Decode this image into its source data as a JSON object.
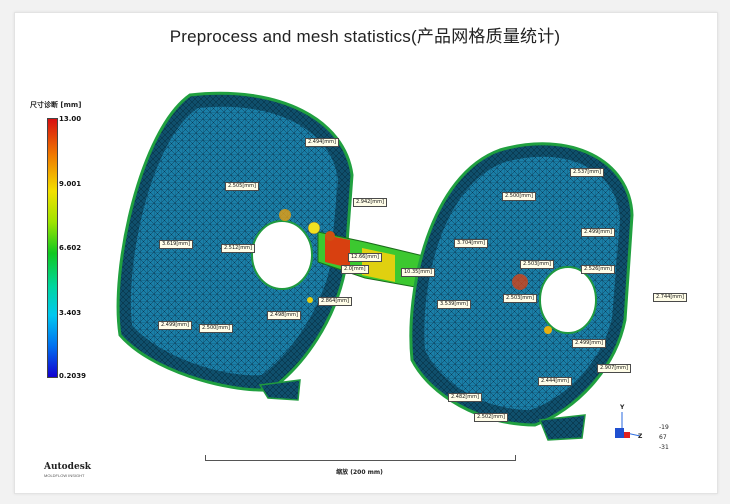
{
  "title": "Preprocess and mesh statistics(产品网格质量统计)",
  "legend": {
    "title": "尺寸诊断 [mm]",
    "ticks": [
      "13.00",
      "9.001",
      "6.602",
      "3.403",
      "0.2039"
    ]
  },
  "labels": {
    "l1": "2.494[mm]",
    "l2": "2.505[mm]",
    "l3": "2.942[mm]",
    "l4": "3.619[mm]",
    "l5": "2.512[mm]",
    "l6": "2.864[mm]",
    "l7": "2.499[mm]",
    "l8": "2.500[mm]",
    "l9": "2.498[mm]",
    "l10": "12.66[mm]",
    "l11": "2.0[mm]",
    "l12": "10.35[mm]",
    "l13": "2.537[mm]",
    "l14": "2.500[mm]",
    "l15": "2.499[mm]",
    "l16": "3.704[mm]",
    "l17": "2.503[mm]",
    "l18": "2.526[mm]",
    "l19": "3.539[mm]",
    "l20": "2.503[mm]",
    "l21": "2.744[mm]",
    "l22": "2.499[mm]",
    "l23": "2.907[mm]",
    "l24": "2.444[mm]",
    "l25": "2.482[mm]",
    "l26": "2.502[mm]"
  },
  "scale": {
    "label": "缩放 (200 mm)"
  },
  "logo": {
    "name": "Autodesk",
    "sub": "MOLDFLOW INSIGHT"
  },
  "axis": {
    "n1": "-19",
    "n2": "67",
    "n3": "-31",
    "y": "Y",
    "z": "Z"
  },
  "colors": {
    "mesh": "#17709a",
    "rim": "#2ea84a",
    "hot": "#e23a10"
  }
}
